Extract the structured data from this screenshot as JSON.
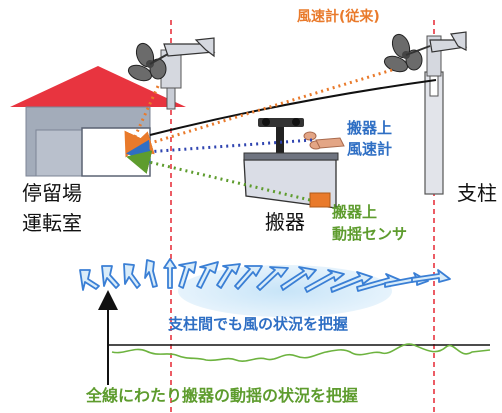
{
  "labels": {
    "conventional_anemometer": "風速計(従来)",
    "onboard_anemometer_l1": "搬器上",
    "onboard_anemometer_l2": "風速計",
    "station_l1": "停留場",
    "station_l2": "運転室",
    "carrier": "搬器",
    "tower": "支柱",
    "sway_sensor_l1": "搬器上",
    "sway_sensor_l2": "動揺センサ",
    "wind_status": "支柱間でも風の状況を把握",
    "sway_status": "全線にわたり搬器の動揺の状況を把握"
  },
  "colors": {
    "orange": "#E97A2B",
    "blue": "#2F6FC4",
    "green": "#5E9C2E",
    "red": "#E8343F",
    "roof": "#E8343F",
    "building": "#9AA3B2",
    "carrier": "#DADDE6"
  },
  "icons": [
    "anemometer-icon",
    "wind-arrow-icon"
  ]
}
